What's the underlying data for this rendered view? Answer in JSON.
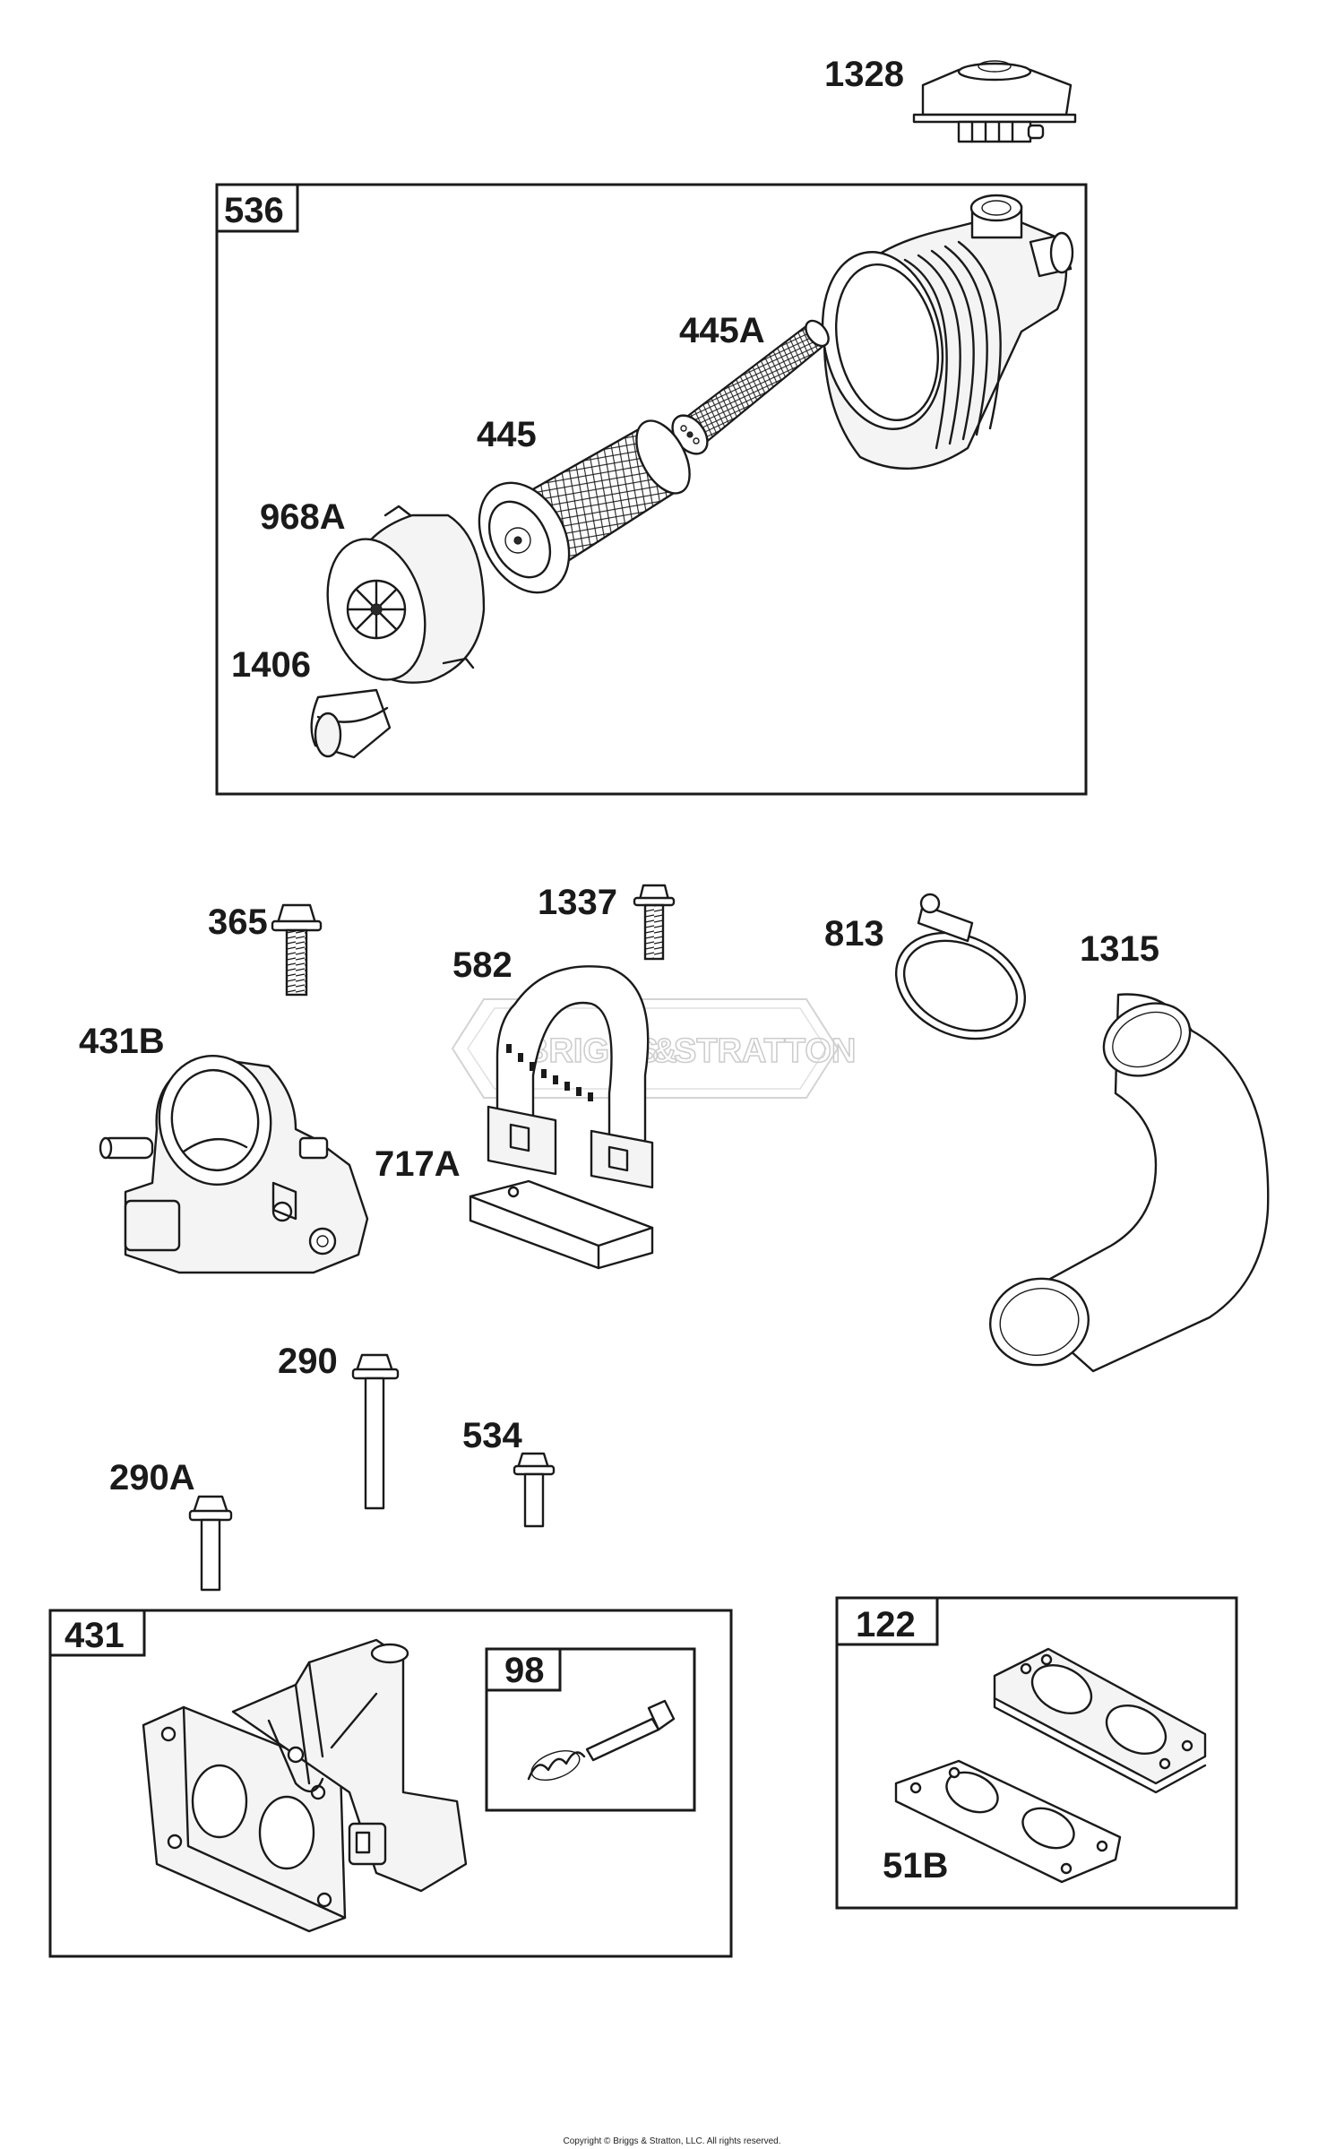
{
  "labels": {
    "p1328": "1328",
    "p536": "536",
    "p445A": "445A",
    "p445": "445",
    "p968A": "968A",
    "p1406": "1406",
    "p365": "365",
    "p1337": "1337",
    "p582": "582",
    "p813": "813",
    "p1315": "1315",
    "p431B": "431B",
    "p717A": "717A",
    "p290": "290",
    "p534": "534",
    "p290A": "290A",
    "p431": "431",
    "p98": "98",
    "p122": "122",
    "p51B": "51B"
  },
  "watermark": {
    "brand_left": "BRIGGS",
    "brand_amp": "&",
    "brand_right": "STRATTON"
  },
  "footer": {
    "copyright": "Copyright © Briggs & Stratton, LLC. All rights reserved."
  }
}
